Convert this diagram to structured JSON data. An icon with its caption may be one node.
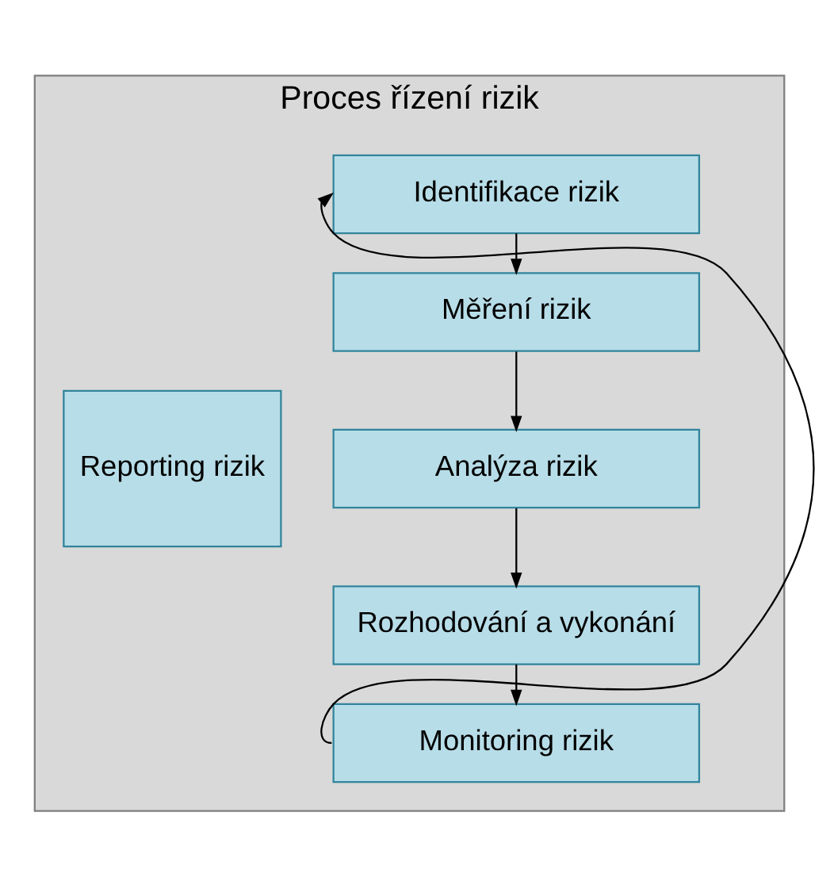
{
  "diagram": {
    "nodes": [
      {
        "text": [
          "Proces řízení rizik"
        ]
      },
      {
        "text": [
          "Identifikace rizik"
        ],
        "in": 0
      },
      {
        "text": [
          "Měření rizik"
        ],
        "in": 0
      },
      {
        "text": [
          "Analýza rizik"
        ],
        "in": 0
      },
      {
        "text": [
          "Rozhodování a vykonání"
        ],
        "in": 0
      },
      {
        "text": [
          "Monitoring rizik"
        ],
        "in": 0
      },
      {
        "text": [
          "Reporting rizik"
        ],
        "in": 0
      }
    ],
    "edges": [
      {
        "from": 1,
        "to": 2,
        "arrow": "to"
      },
      {
        "from": 2,
        "to": 3,
        "arrow": "to"
      },
      {
        "from": 3,
        "to": 4,
        "arrow": "to"
      },
      {
        "from": 4,
        "to": 5,
        "arrow": "to"
      },
      {
        "from": 5,
        "to": 1,
        "arrow": "to"
      }
    ]
  }
}
